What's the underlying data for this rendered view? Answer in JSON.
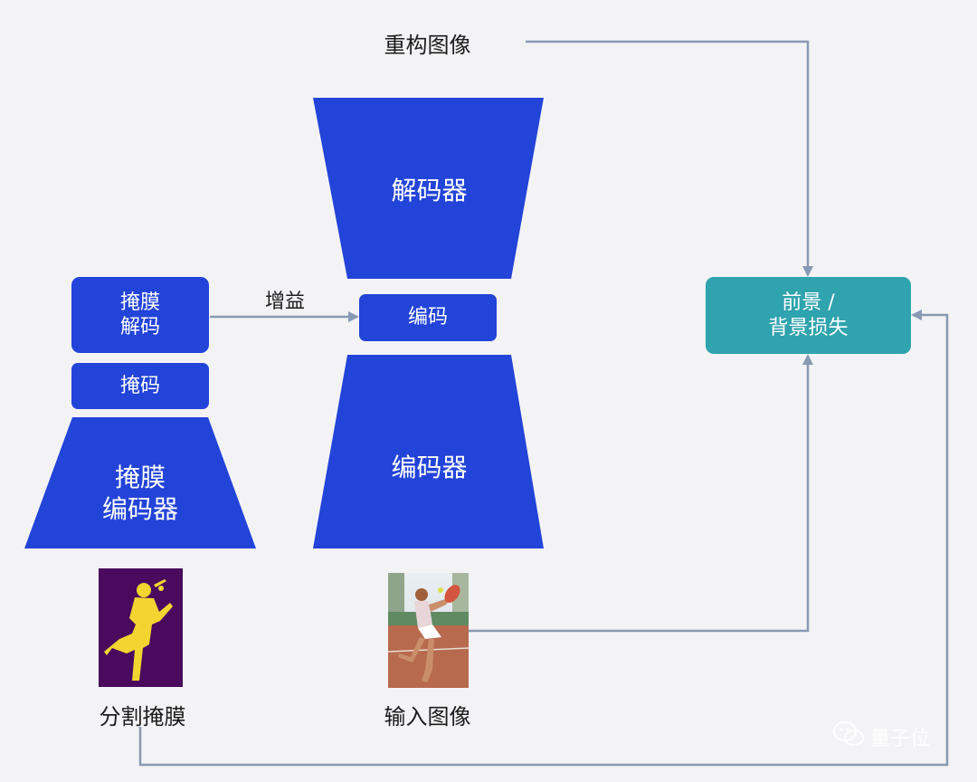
{
  "labels": {
    "reconstructed_image": "重构图像",
    "decoder": "解码器",
    "code": "编码",
    "encoder": "编码器",
    "gain": "增益",
    "mask_decoding": "掩膜\n解码",
    "mask_code": "掩码",
    "mask_encoder": "掩膜\n编码器",
    "loss": "前景 /\n背景损失",
    "input_image": "输入图像",
    "segmentation_mask": "分割掩膜",
    "watermark": "量子位"
  },
  "colors": {
    "blue": "#2344d8",
    "teal": "#2fa3ae",
    "arrow": "#8799b4",
    "background": "#f3f3f5",
    "mask_background": "#4a0a5e",
    "mask_silhouette": "#f2d530"
  },
  "icons": {
    "watermark": "wechat-icon"
  }
}
